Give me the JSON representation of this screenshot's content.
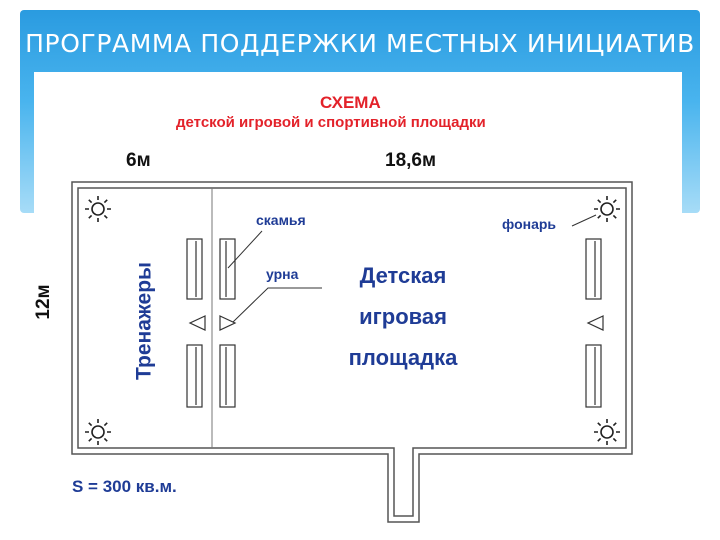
{
  "slide": {
    "title": "ПРОГРАММА ПОДДЕРЖКИ МЕСТНЫХ ИНИЦИАТИВ"
  },
  "scheme": {
    "heading": "СХЕМА",
    "subheading": "детской игровой и спортивной площадки",
    "dimensions": {
      "width_left": "6м",
      "width_right": "18,6м",
      "height": "12м"
    },
    "labels": {
      "bench": "скамья",
      "bin": "урна",
      "lamp": "фонарь"
    },
    "zones": {
      "gym": "Тренажеры",
      "playground_line1": "Детская",
      "playground_line2": "игровая",
      "playground_line3": "площадка"
    },
    "area": "S = 300 кв.м."
  },
  "colors": {
    "banner_top": "#2a9be0",
    "banner_bottom": "#a7dcf7",
    "heading_red": "#e3222a",
    "label_blue": "#1f3c96",
    "outline_gray": "#555555"
  },
  "icons": [
    "lamp-icon",
    "bin-icon",
    "bench-icon"
  ]
}
